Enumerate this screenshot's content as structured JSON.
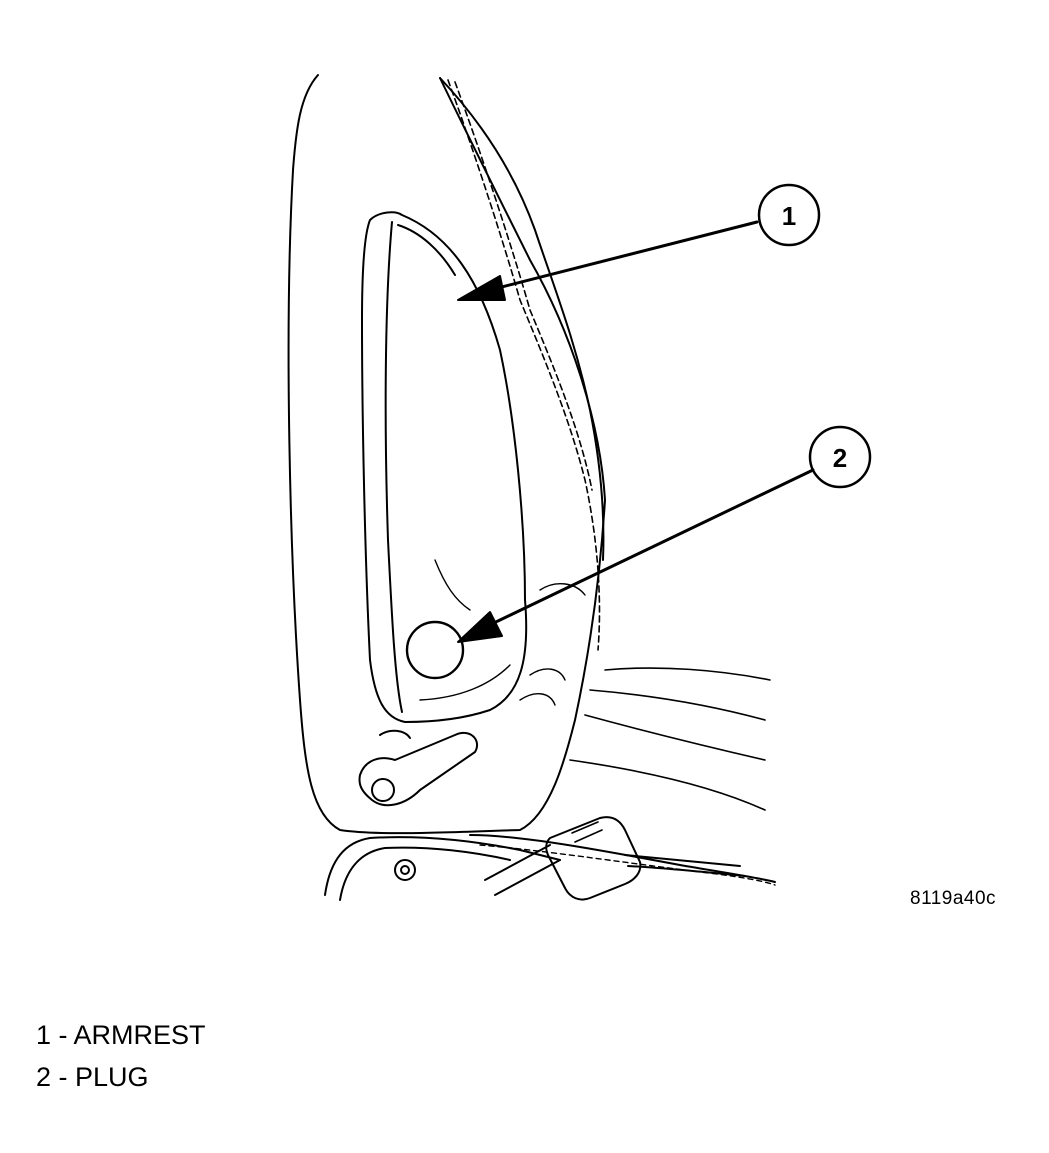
{
  "figure": {
    "figure_id": "8119a40c",
    "callouts": [
      {
        "number": "1",
        "target": "armrest"
      },
      {
        "number": "2",
        "target": "plug"
      }
    ],
    "colors": {
      "ink": "#000000",
      "paper": "#ffffff"
    }
  },
  "legend": [
    {
      "number": "1",
      "separator": " - ",
      "label": "ARMREST"
    },
    {
      "number": "2",
      "separator": " - ",
      "label": "PLUG"
    }
  ]
}
